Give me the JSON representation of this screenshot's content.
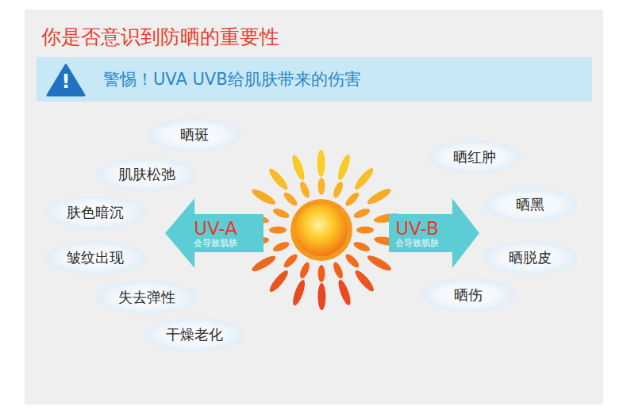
{
  "diagram": {
    "title": "你是否意识到防晒的重要性",
    "nodes": [
      {
        "text": [
          "警惕！UVA UVB给肌肤带来的伤害"
        ]
      },
      {
        "text": [
          "晒斑"
        ]
      },
      {
        "text": [
          "肌肤松弛"
        ]
      },
      {
        "text": [
          "肤色暗沉"
        ]
      },
      {
        "text": [
          "皱纹出现"
        ]
      },
      {
        "text": [
          "失去弹性"
        ]
      },
      {
        "text": [
          "干燥老化"
        ]
      },
      {
        "text": [
          "UV-A",
          "会导致肌肤"
        ]
      },
      {
        "text": [
          "UV-B",
          "会导致肌肤"
        ]
      },
      {
        "text": [
          "晒红肿"
        ]
      },
      {
        "text": [
          "晒黑"
        ]
      },
      {
        "text": [
          "晒脱皮"
        ]
      },
      {
        "text": [
          "晒伤"
        ]
      }
    ],
    "labels": [
      "!"
    ]
  }
}
